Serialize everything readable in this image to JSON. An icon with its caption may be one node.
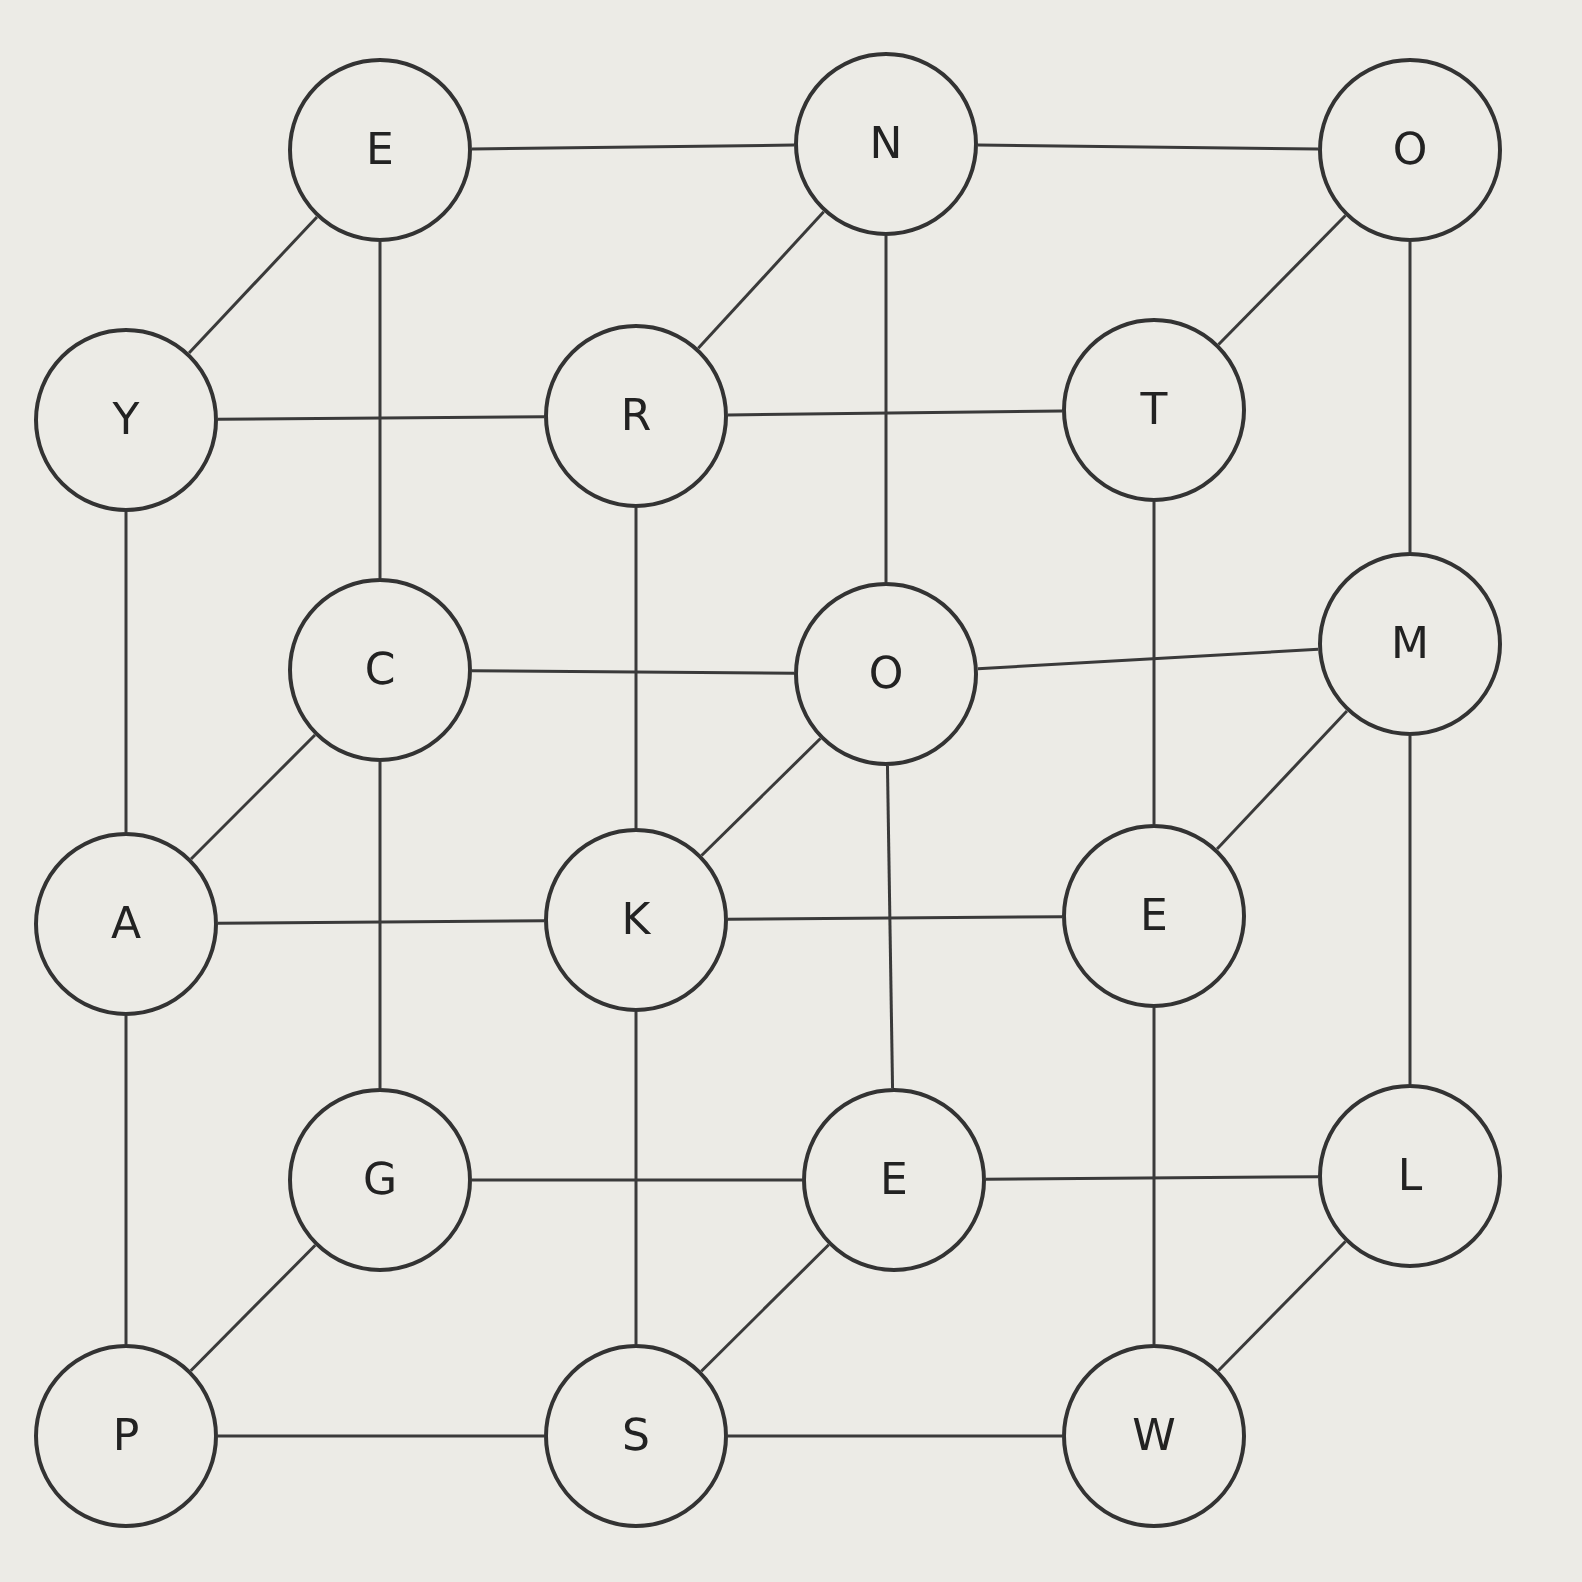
{
  "diagram": {
    "nodes": [
      {
        "text": [
          "E"
        ]
      },
      {
        "text": [
          "N"
        ]
      },
      {
        "text": [
          "O"
        ]
      },
      {
        "text": [
          "Y"
        ]
      },
      {
        "text": [
          "R"
        ]
      },
      {
        "text": [
          "T"
        ]
      },
      {
        "text": [
          "C"
        ]
      },
      {
        "text": [
          "O"
        ]
      },
      {
        "text": [
          "M"
        ]
      },
      {
        "text": [
          "A"
        ]
      },
      {
        "text": [
          "K"
        ]
      },
      {
        "text": [
          "E"
        ]
      },
      {
        "text": [
          "G"
        ]
      },
      {
        "text": [
          "E"
        ]
      },
      {
        "text": [
          "L"
        ]
      },
      {
        "text": [
          "P"
        ]
      },
      {
        "text": [
          "S"
        ]
      },
      {
        "text": [
          "W"
        ]
      }
    ],
    "edges": [
      {
        "from": 0,
        "to": 1,
        "arrow": "none"
      },
      {
        "from": 1,
        "to": 2,
        "arrow": "none"
      },
      {
        "from": 6,
        "to": 7,
        "arrow": "none"
      },
      {
        "from": 7,
        "to": 8,
        "arrow": "none"
      },
      {
        "from": 12,
        "to": 13,
        "arrow": "none"
      },
      {
        "from": 13,
        "to": 14,
        "arrow": "none"
      },
      {
        "from": 0,
        "to": 6,
        "arrow": "none"
      },
      {
        "from": 6,
        "to": 12,
        "arrow": "none"
      },
      {
        "from": 1,
        "to": 7,
        "arrow": "none"
      },
      {
        "from": 7,
        "to": 13,
        "arrow": "none"
      },
      {
        "from": 2,
        "to": 8,
        "arrow": "none"
      },
      {
        "from": 8,
        "to": 14,
        "arrow": "none"
      },
      {
        "from": 3,
        "to": 4,
        "arrow": "none"
      },
      {
        "from": 4,
        "to": 5,
        "arrow": "none"
      },
      {
        "from": 9,
        "to": 10,
        "arrow": "none"
      },
      {
        "from": 10,
        "to": 11,
        "arrow": "none"
      },
      {
        "from": 15,
        "to": 16,
        "arrow": "none"
      },
      {
        "from": 16,
        "to": 17,
        "arrow": "none"
      },
      {
        "from": 3,
        "to": 9,
        "arrow": "none"
      },
      {
        "from": 9,
        "to": 15,
        "arrow": "none"
      },
      {
        "from": 4,
        "to": 10,
        "arrow": "none"
      },
      {
        "from": 10,
        "to": 16,
        "arrow": "none"
      },
      {
        "from": 5,
        "to": 11,
        "arrow": "none"
      },
      {
        "from": 11,
        "to": 17,
        "arrow": "none"
      },
      {
        "from": 3,
        "to": 0,
        "arrow": "none"
      },
      {
        "from": 4,
        "to": 1,
        "arrow": "none"
      },
      {
        "from": 5,
        "to": 2,
        "arrow": "none"
      },
      {
        "from": 9,
        "to": 6,
        "arrow": "none"
      },
      {
        "from": 10,
        "to": 7,
        "arrow": "none"
      },
      {
        "from": 11,
        "to": 8,
        "arrow": "none"
      },
      {
        "from": 15,
        "to": 12,
        "arrow": "none"
      },
      {
        "from": 16,
        "to": 13,
        "arrow": "none"
      },
      {
        "from": 17,
        "to": 14,
        "arrow": "none"
      }
    ]
  }
}
